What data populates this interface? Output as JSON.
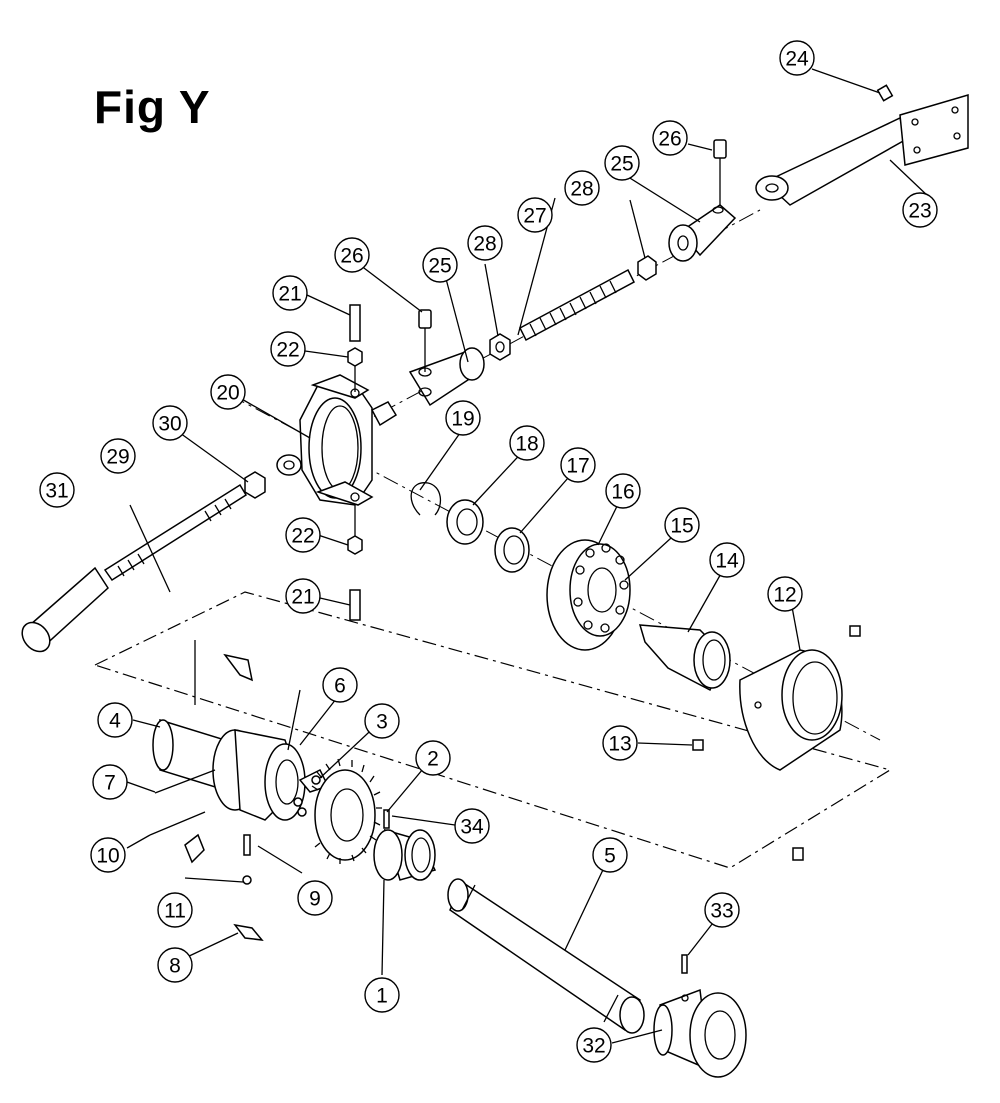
{
  "figure": {
    "title": "Fig Y"
  },
  "callouts": [
    {
      "label": "1"
    },
    {
      "label": "2"
    },
    {
      "label": "3"
    },
    {
      "label": "4"
    },
    {
      "label": "5"
    },
    {
      "label": "6"
    },
    {
      "label": "7"
    },
    {
      "label": "8"
    },
    {
      "label": "9"
    },
    {
      "label": "10"
    },
    {
      "label": "11"
    },
    {
      "label": "12"
    },
    {
      "label": "13"
    },
    {
      "label": "14"
    },
    {
      "label": "15"
    },
    {
      "label": "16"
    },
    {
      "label": "17"
    },
    {
      "label": "18"
    },
    {
      "label": "19"
    },
    {
      "label": "20"
    },
    {
      "label": "21"
    },
    {
      "label": "21"
    },
    {
      "label": "22"
    },
    {
      "label": "22"
    },
    {
      "label": "23"
    },
    {
      "label": "24"
    },
    {
      "label": "25"
    },
    {
      "label": "25"
    },
    {
      "label": "26"
    },
    {
      "label": "26"
    },
    {
      "label": "27"
    },
    {
      "label": "28"
    },
    {
      "label": "28"
    },
    {
      "label": "29"
    },
    {
      "label": "30"
    },
    {
      "label": "31"
    },
    {
      "label": "32"
    },
    {
      "label": "33"
    },
    {
      "label": "34"
    }
  ]
}
